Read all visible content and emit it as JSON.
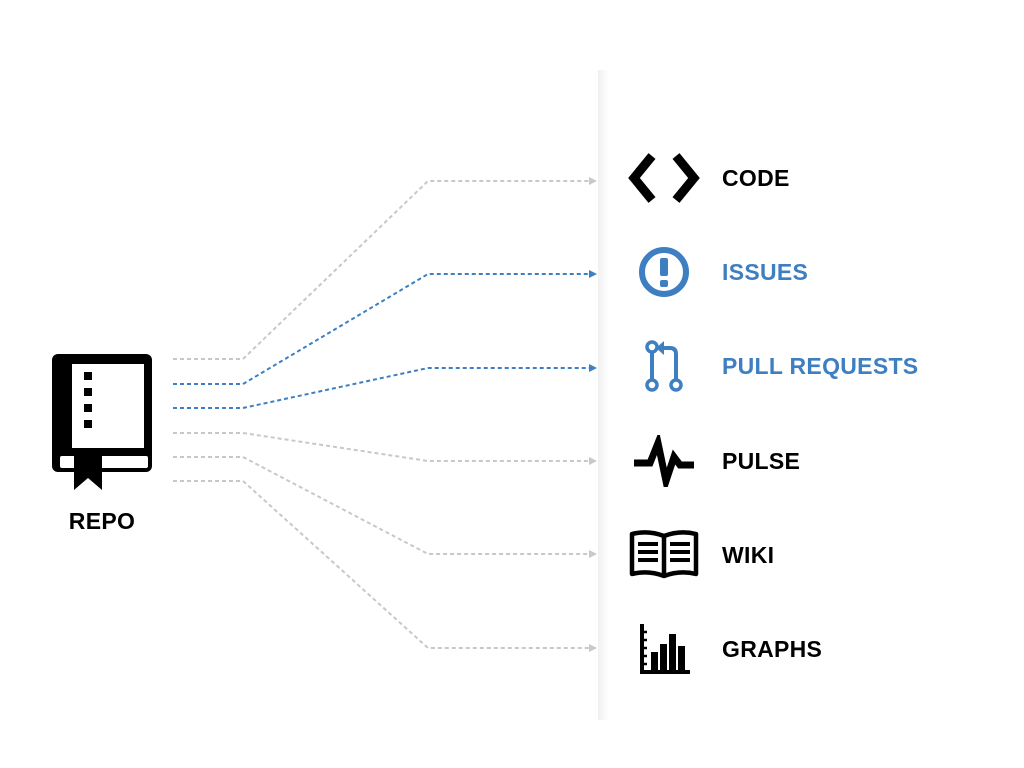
{
  "colors": {
    "active": "#3d7fc1",
    "inactive": "#c8c8c8",
    "default_text": "#000000"
  },
  "repo": {
    "label": "REPO",
    "icon": "repo-book-icon"
  },
  "features": [
    {
      "label": "CODE",
      "icon": "code-brackets-icon",
      "active": false
    },
    {
      "label": "ISSUES",
      "icon": "issue-exclamation-icon",
      "active": true
    },
    {
      "label": "PULL REQUESTS",
      "icon": "pull-request-icon",
      "active": true
    },
    {
      "label": "PULSE",
      "icon": "pulse-icon",
      "active": false
    },
    {
      "label": "WIKI",
      "icon": "wiki-book-icon",
      "active": false
    },
    {
      "label": "GRAPHS",
      "icon": "graphs-icon",
      "active": false
    }
  ]
}
